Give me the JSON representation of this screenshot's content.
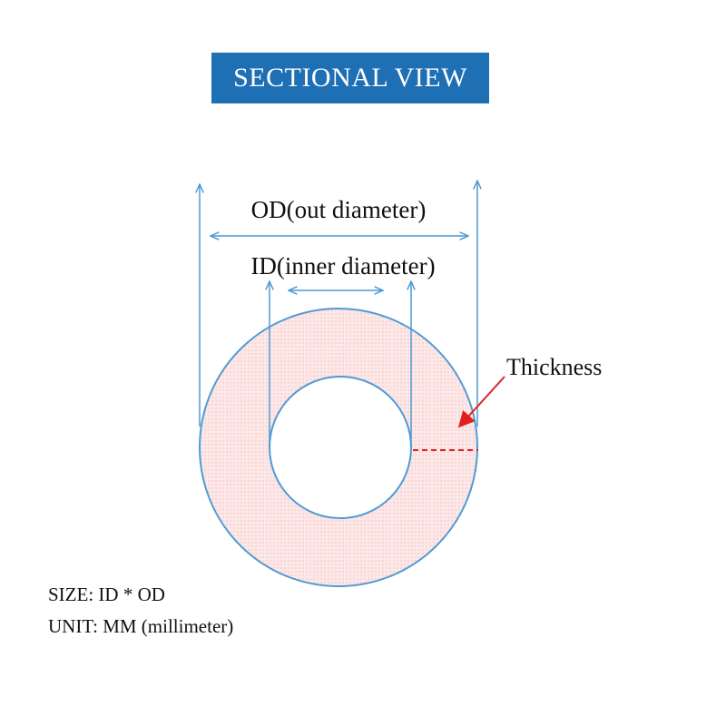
{
  "title": "SECTIONAL VIEW",
  "labels": {
    "od": "OD(out diameter)",
    "id": "ID(inner diameter)",
    "thickness": "Thickness"
  },
  "notes": {
    "size": "SIZE: ID * OD",
    "unit": "UNIT: MM (millimeter)"
  },
  "colors": {
    "banner": "#1f6fb5",
    "line": "#4f9ad6",
    "ring_fill": "#fbe1e1",
    "thickness_marker": "#e02020",
    "text": "#111111"
  }
}
